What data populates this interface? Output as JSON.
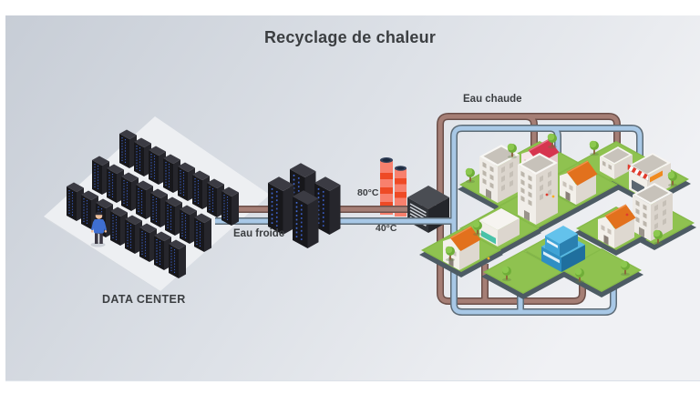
{
  "title": "Recyclage de chaleur",
  "labels": {
    "data_center": "DATA CENTER",
    "cold_water": "Eau froide",
    "hot_water": "Eau chaude",
    "hot_temp": "80°C",
    "cold_temp": "40°C"
  },
  "colors": {
    "hot_pipe": "#a57e75",
    "hot_pipe_outline": "#6b4f49",
    "cold_pipe": "#a8c8e6",
    "cold_pipe_outline": "#5d6b76",
    "chimney": "#f8806d",
    "chimney_band": "#ee4a26",
    "lawn": "#86ba49",
    "roof_orange": "#e2711d",
    "roof_red": "#d6354f",
    "background_left": "#c7cdd6",
    "background_right": "#f0f1f4"
  },
  "icons": {
    "data_center": "server-racks-icon",
    "mid_unit": "server-cluster-icon",
    "heat_source": "chimneys-icon",
    "exchanger": "heat-exchanger-icon",
    "district": "isometric-city-icon",
    "operator": "worker-figure-icon"
  }
}
